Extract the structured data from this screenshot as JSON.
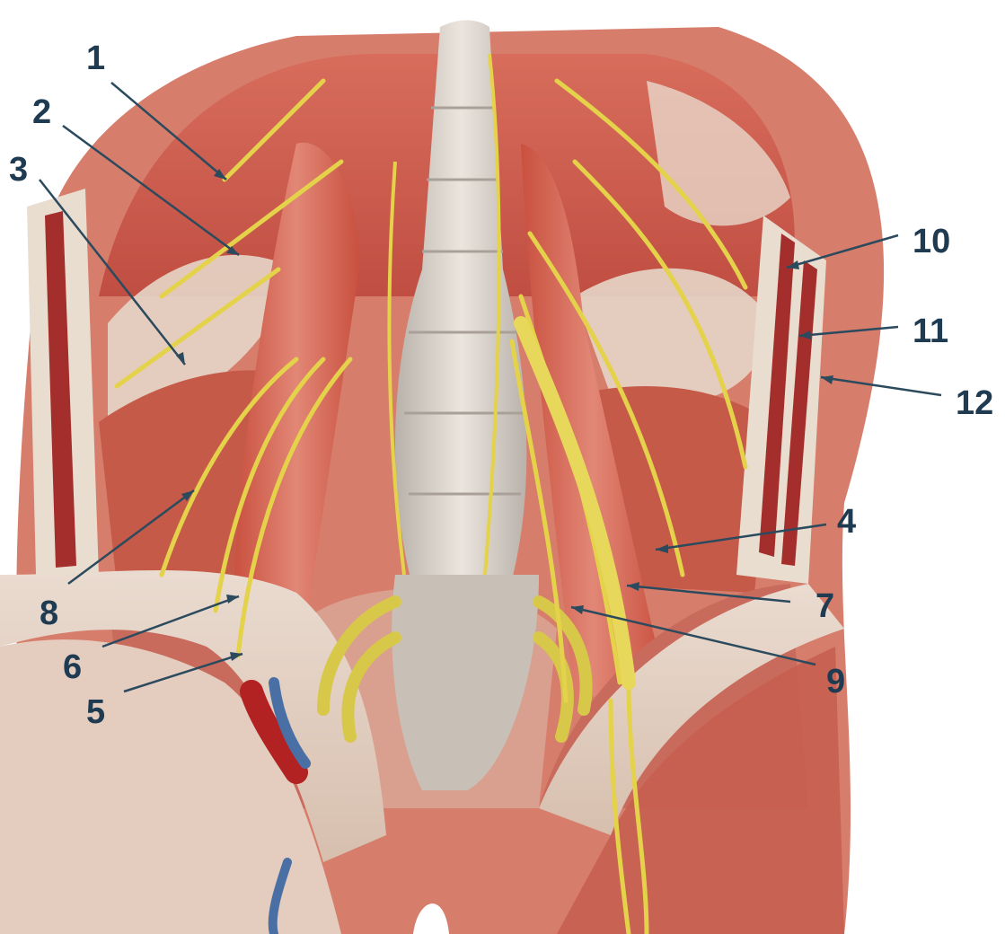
{
  "labels": [
    {
      "id": "1",
      "text": "1"
    },
    {
      "id": "2",
      "text": "2"
    },
    {
      "id": "3",
      "text": "3"
    },
    {
      "id": "4",
      "text": "4"
    },
    {
      "id": "5",
      "text": "5"
    },
    {
      "id": "6",
      "text": "6"
    },
    {
      "id": "7",
      "text": "7"
    },
    {
      "id": "8",
      "text": "8"
    },
    {
      "id": "9",
      "text": "9"
    },
    {
      "id": "10",
      "text": "10"
    },
    {
      "id": "11",
      "text": "11"
    },
    {
      "id": "12",
      "text": "12"
    }
  ],
  "colors": {
    "muscle": "#c8574a",
    "muscle_light": "#dd8a78",
    "fascia": "#e6d2c2",
    "bone": "#d8d0c7",
    "nerve": "#e3d24a",
    "artery": "#b22222",
    "vein": "#4a6fa5",
    "label": "#1f3b52",
    "pointer": "#2b4a5e"
  }
}
